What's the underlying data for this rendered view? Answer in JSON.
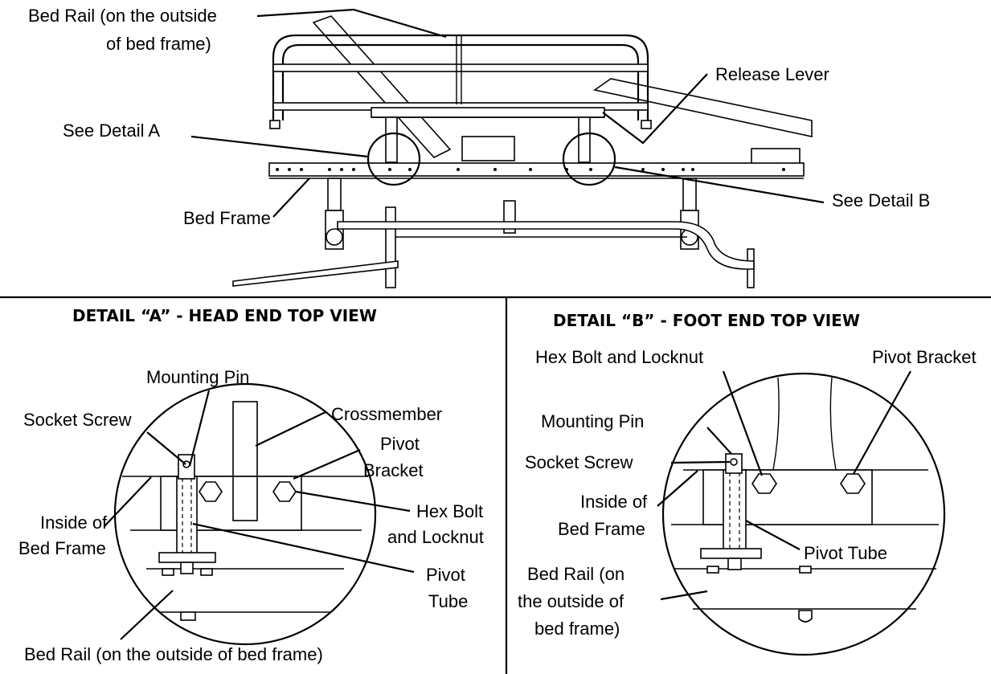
{
  "top_view": {
    "bed_rail_line1": "Bed Rail (on the outside",
    "bed_rail_line2": "of bed frame)",
    "release_lever": "Release Lever",
    "see_detail_a": "See Detail A",
    "see_detail_b": "See Detail B",
    "bed_frame": "Bed Frame"
  },
  "detail_a": {
    "heading": "DETAIL “A” - HEAD END TOP VIEW",
    "mounting_pin": "Mounting Pin",
    "crossmember": "Crossmember",
    "socket_screw": "Socket Screw",
    "pivot_bracket_line1": "Pivot",
    "pivot_bracket_line2": "Bracket",
    "hex_bolt_line1": "Hex Bolt",
    "hex_bolt_line2": "and Locknut",
    "inside_frame_line1": "Inside of",
    "inside_frame_line2": "Bed Frame",
    "pivot_tube_line1": "Pivot",
    "pivot_tube_line2": "Tube",
    "bed_rail": "Bed Rail (on the outside of bed frame)"
  },
  "detail_b": {
    "heading": "DETAIL “B” - FOOT END TOP VIEW",
    "hex_bolt": "Hex Bolt and Locknut",
    "pivot_bracket": "Pivot Bracket",
    "mounting_pin": "Mounting Pin",
    "socket_screw": "Socket Screw",
    "inside_frame_line1": "Inside of",
    "inside_frame_line2": "Bed Frame",
    "pivot_tube": "Pivot Tube",
    "bed_rail_line1": "Bed Rail (on",
    "bed_rail_line2": "the outside of",
    "bed_rail_line3": "bed frame)"
  }
}
